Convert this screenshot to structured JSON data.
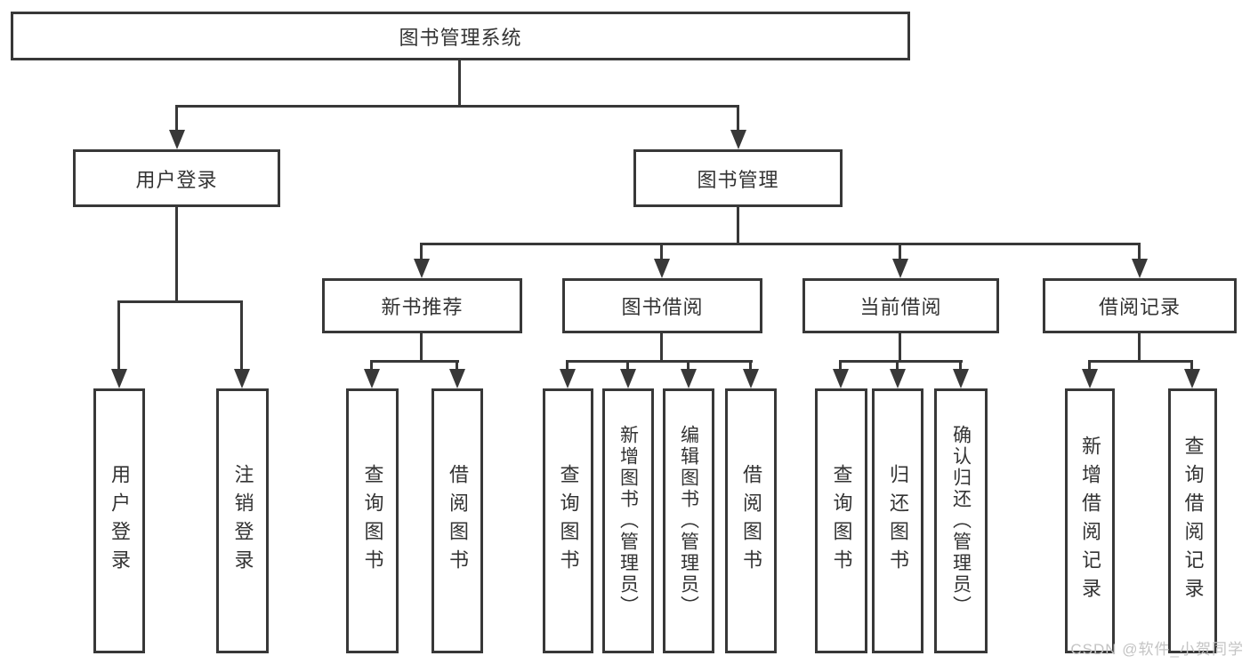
{
  "root": {
    "label": "图书管理系统"
  },
  "level2": {
    "user_login": "用户登录",
    "book_mgmt": "图书管理"
  },
  "level3": {
    "new_books": "新书推荐",
    "book_borrow": "图书借阅",
    "current_borrow": "当前借阅",
    "borrow_records": "借阅记录"
  },
  "leaves": {
    "user_login": "用户登录",
    "logout": "注销登录",
    "nb_query_books": "查询图书",
    "nb_borrow_books": "借阅图书",
    "bb_query_books": "查询图书",
    "bb_add_books": "新增图书（管理员）",
    "bb_edit_books": "编辑图书（管理员）",
    "bb_borrow_books": "借阅图书",
    "cb_query_books": "查询图书",
    "cb_return_books": "归还图书",
    "cb_confirm_return": "确认归还（管理员）",
    "br_add_record": "新增借阅记录",
    "br_query_record": "查询借阅记录"
  },
  "watermark": {
    "text": "CSDN @软件_小贺同学"
  },
  "colors": {
    "line": "#383838",
    "text": "#333333",
    "watermark": "#c4c4c4",
    "background": "#ffffff"
  }
}
